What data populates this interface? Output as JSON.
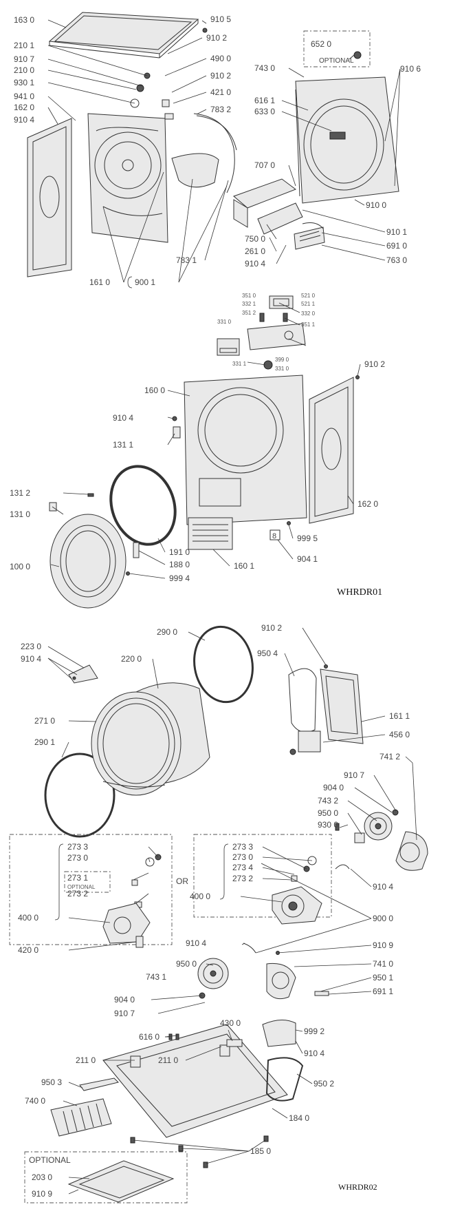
{
  "sheet1": {
    "caption": "WHRDR01",
    "optional_label": "OPTIONAL",
    "callouts": {
      "c163_0": "163 0",
      "c910_5": "910 5",
      "c910_2a": "910 2",
      "c210_1": "210 1",
      "c490_0": "490 0",
      "c910_7": "910 7",
      "c910_2b": "910 2",
      "c210_0": "210 0",
      "c421_0": "421 0",
      "c930_1": "930 1",
      "c941_0": "941 0",
      "c783_2": "783 2",
      "c162_0a": "162 0",
      "c910_4a": "910 4",
      "c652_0": "652 0",
      "c743_0": "743 0",
      "c910_6": "910 6",
      "c616_1": "616 1",
      "c633_0": "633 0",
      "c707_0": "707 0",
      "c910_0": "910 0",
      "c910_1": "910 1",
      "c691_0": "691 0",
      "c763_0": "763 0",
      "c750_0": "750 0",
      "c261_0": "261 0",
      "c910_4b": "910 4",
      "c783_1": "783 1",
      "c161_0": "161 0",
      "c900_1": "900 1",
      "c351_0": "351 0",
      "c521_0": "521 0",
      "c332_1": "332 1",
      "c521_1": "521 1",
      "c351_2": "351 2",
      "c332_0": "332 0",
      "c331_0a": "331 0",
      "c351_1": "351 1",
      "c331_1": "331 1",
      "c399_0": "399 0",
      "c331_0b": "331 0",
      "c910_2c": "910 2",
      "c160_0": "160 0",
      "c910_4c": "910 4",
      "c131_1": "131 1",
      "c131_2": "131 2",
      "c131_0": "131 0",
      "c162_0b": "162 0",
      "c100_0": "100 0",
      "c191_0": "191 0",
      "c188_0": "188 0",
      "c999_4": "999 4",
      "c160_1": "160 1",
      "c999_5": "999 5",
      "c904_1": "904 1",
      "c8": "8"
    }
  },
  "sheet2": {
    "caption": "WHRDR02",
    "or_label": "OR",
    "optional_small": "OPTIONAL",
    "optional_label": "OPTIONAL",
    "callouts": {
      "c290_0": "290 0",
      "c910_2": "910 2",
      "c223_0": "223 0",
      "c220_0": "220 0",
      "c950_4": "950 4",
      "c910_4a": "910 4",
      "c271_0": "271 0",
      "c161_1": "161 1",
      "c290_1": "290 1",
      "c456_0": "456 0",
      "c741_2": "741 2",
      "c910_7a": "910 7",
      "c904_0a": "904 0",
      "c743_2": "743 2",
      "c950_0a": "950 0",
      "c930_0": "930 0",
      "c273_3a": "273 3",
      "c273_0a": "273 0",
      "c273_1": "273 1",
      "c273_2a": "273 2",
      "c400_0a": "400 0",
      "c420_0": "420 0",
      "c273_3b": "273 3",
      "c273_0b": "273 0",
      "c273_4": "273 4",
      "c273_2b": "273 2",
      "c400_0b": "400 0",
      "c910_4b": "910 4",
      "c900_0": "900 0",
      "c910_4c": "910 4",
      "c910_9a": "910 9",
      "c950_0b": "950 0",
      "c741_0": "741 0",
      "c743_1": "743 1",
      "c950_1": "950 1",
      "c904_0b": "904 0",
      "c691_1": "691 1",
      "c910_7b": "910 7",
      "c430_0": "430 0",
      "c999_2": "999 2",
      "c616_0": "616 0",
      "c211_0a": "211 0",
      "c211_0b": "211 0",
      "c910_4d": "910 4",
      "c950_3": "950 3",
      "c740_0": "740 0",
      "c950_2": "950 2",
      "c184_0": "184 0",
      "c185_0": "185 0",
      "c203_0": "203 0",
      "c910_9b": "910 9"
    }
  }
}
